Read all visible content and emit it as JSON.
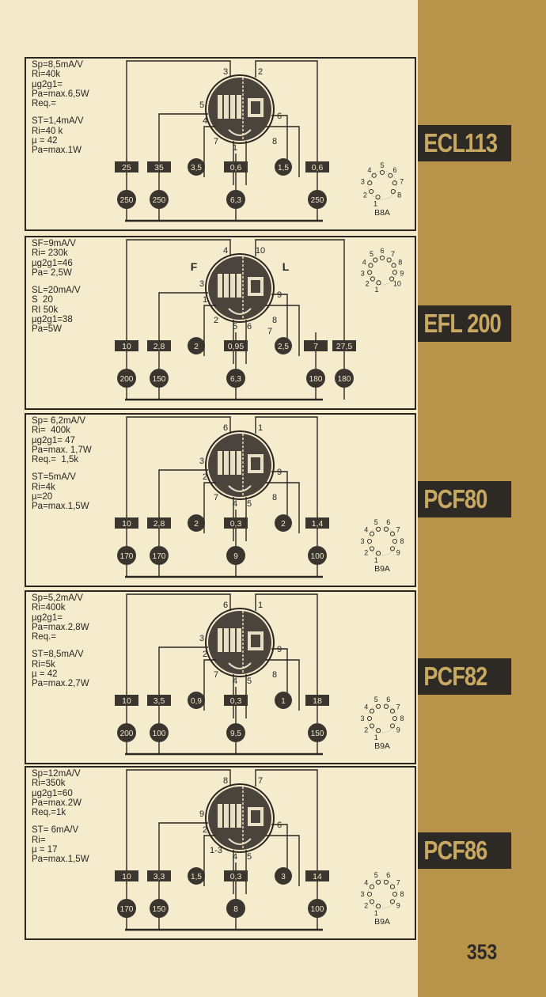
{
  "page_number": "353",
  "tubes": [
    {
      "type_label": "ECL113",
      "specs_top": [
        "Sp=8,5mA/V",
        "Ri=40k",
        "µg2g1=",
        "Pa=max.6,5W",
        "Req.="
      ],
      "specs_bottom": [
        "ST=1,4mA/V",
        "Ri=40 k",
        "µ = 42",
        "Pa=max.1W"
      ],
      "top_pins": [
        "3",
        "2"
      ],
      "left_pins": [
        "5",
        "4",
        "7"
      ],
      "right_pins": [
        "6",
        "8"
      ],
      "center_pins": [
        "1"
      ],
      "volt_boxes": [
        "25",
        "35",
        "0,6",
        "0,6"
      ],
      "circle_values": [
        "3,5",
        "1,5"
      ],
      "bottom_circles": [
        "250",
        "250",
        "6,3",
        "250"
      ],
      "socket_pins": [
        "1",
        "2",
        "3",
        "4",
        "5",
        "6",
        "7",
        "8"
      ],
      "base": "B8A",
      "section_labels": []
    },
    {
      "type_label": "EFL 200",
      "specs_top": [
        "SF=9mA/V",
        "Ri= 230k",
        "µg2g1=46",
        "Pa= 2,5W"
      ],
      "specs_bottom": [
        "SL=20mA/V",
        "S  20",
        "RI 50k",
        "µg2g1=38",
        "Pa=5W"
      ],
      "top_pins": [
        "4",
        "10"
      ],
      "left_pins": [
        "3",
        "1",
        "2"
      ],
      "right_pins": [
        "9",
        "8",
        "7"
      ],
      "center_pins": [
        "5",
        "6"
      ],
      "volt_boxes": [
        "10",
        "2,8",
        "0,95",
        "7",
        "27,5"
      ],
      "circle_values": [
        "2",
        "2,5"
      ],
      "bottom_circles": [
        "200",
        "150",
        "6,3",
        "180",
        "180"
      ],
      "socket_pins": [
        "1",
        "2",
        "3",
        "4",
        "5",
        "6",
        "7",
        "8",
        "9",
        "10"
      ],
      "base": "",
      "section_labels": [
        "F",
        "L"
      ]
    },
    {
      "type_label": "PCF80",
      "specs_top": [
        "Sp= 6,2mA/V",
        "Ri=  400k",
        "µg2g1= 47",
        "Pa=max. 1,7W",
        "Req.=  1,5k"
      ],
      "specs_bottom": [
        "ST=5mA/V",
        "Ri=4k",
        "µ=20",
        "Pa=max.1,5W"
      ],
      "top_pins": [
        "6",
        "1"
      ],
      "left_pins": [
        "3",
        "2",
        "7"
      ],
      "right_pins": [
        "9",
        "8"
      ],
      "center_pins": [
        "4",
        "5"
      ],
      "volt_boxes": [
        "10",
        "2,8",
        "0,3",
        "1,4"
      ],
      "circle_values": [
        "2",
        "2"
      ],
      "bottom_circles": [
        "170",
        "170",
        "9",
        "100"
      ],
      "socket_pins": [
        "1",
        "2",
        "3",
        "4",
        "5",
        "6",
        "7",
        "8",
        "9"
      ],
      "base": "B9A",
      "section_labels": []
    },
    {
      "type_label": "PCF82",
      "specs_top": [
        "Sp=5,2mA/V",
        "Ri=400k",
        "µg2g1=",
        "Pa=max.2,8W",
        "Req.="
      ],
      "specs_bottom": [
        "ST=8,5mA/V",
        "Ri=5k",
        "µ = 42",
        "Pa=max.2,7W"
      ],
      "top_pins": [
        "6",
        "1"
      ],
      "left_pins": [
        "3",
        "2",
        "7"
      ],
      "right_pins": [
        "9",
        "8"
      ],
      "center_pins": [
        "4",
        "5"
      ],
      "volt_boxes": [
        "10",
        "3,5",
        "0,3",
        "18"
      ],
      "circle_values": [
        "0,9",
        "1"
      ],
      "bottom_circles": [
        "200",
        "100",
        "9,5",
        "150"
      ],
      "socket_pins": [
        "1",
        "2",
        "3",
        "4",
        "5",
        "6",
        "7",
        "8",
        "9"
      ],
      "base": "B9A",
      "section_labels": []
    },
    {
      "type_label": "PCF86",
      "specs_top": [
        "Sp=12mA/V",
        "Ri=350k",
        "µg2g1=60",
        "Pa=max.2W",
        "Req.=1k"
      ],
      "specs_bottom": [
        "ST= 6mA/V",
        "Ri=",
        "µ = 17",
        "Pa=max.1,5W"
      ],
      "top_pins": [
        "8",
        "7"
      ],
      "left_pins": [
        "9",
        "2",
        "1-3"
      ],
      "right_pins": [
        "6"
      ],
      "center_pins": [
        "4",
        "5"
      ],
      "volt_boxes": [
        "10",
        "3,3",
        "0,3",
        "14"
      ],
      "circle_values": [
        "1,5",
        "3"
      ],
      "bottom_circles": [
        "170",
        "150",
        "8",
        "100"
      ],
      "socket_pins": [
        "1",
        "2",
        "3",
        "4",
        "5",
        "6",
        "7",
        "8",
        "9"
      ],
      "base": "B9A",
      "section_labels": []
    }
  ],
  "colors": {
    "paper": "#f4e9cb",
    "ink": "#2b2620",
    "sidebar": "#b8944b",
    "tag_bg": "#2d2a25",
    "tag_text": "#c9a962"
  },
  "icons": {
    "tube_symbol": "vacuum-tube-icon",
    "socket": "tube-socket-icon"
  }
}
